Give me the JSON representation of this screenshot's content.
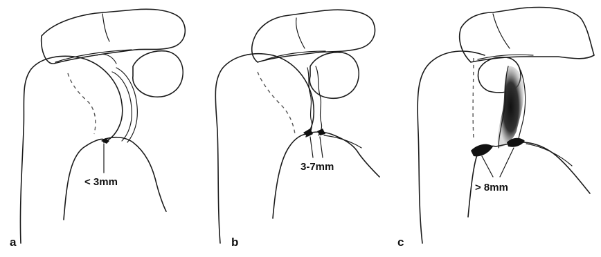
{
  "panels": [
    {
      "letter": "a",
      "measurement": "< 3mm"
    },
    {
      "letter": "b",
      "measurement": "3-7mm"
    },
    {
      "letter": "c",
      "measurement": "> 8mm"
    }
  ]
}
